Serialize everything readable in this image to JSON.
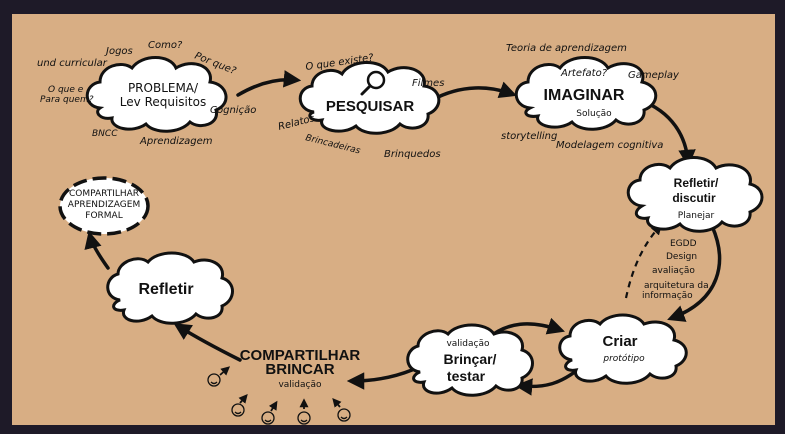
{
  "problema": {
    "title_line1": "PROBLEMA/",
    "title_line2": "Lev Requisitos",
    "satellites": [
      "Jogos",
      "Como?",
      "und curricular",
      "Por que?",
      "O que e",
      "Para quem?",
      "Cognição",
      "BNCC",
      "Aprendizagem"
    ]
  },
  "pesquisar": {
    "title": "PESQUISAR",
    "satellites": [
      "O que existe?",
      "Filmes",
      "Relatos",
      "Brincadeiras",
      "Brinquedos"
    ]
  },
  "imaginar": {
    "title": "IMAGINAR",
    "inner_top": "Artefato?",
    "inner_bottom": "Solução",
    "satellites": [
      "Teoria de aprendizagem",
      "Gameplay",
      "storytelling",
      "Modelagem cognitiva"
    ]
  },
  "refletir_discutir": {
    "title_line1": "Refletir/",
    "title_line2": "discutir",
    "subtitle": "Planejar",
    "satellites": [
      "EGDD",
      "Design",
      "avaliação",
      "arquitetura da",
      "informação"
    ]
  },
  "criar": {
    "title": "Criar",
    "subtitle": "protótipo"
  },
  "brincar": {
    "label_top": "validação",
    "title_line1": "Brinçar/",
    "title_line2": "testar"
  },
  "compartilhar_brincar": {
    "title_line1": "COMPARTILHAR",
    "title_line2": "BRINCAR",
    "subtitle": "validação"
  },
  "refletir": {
    "title": "Refletir"
  },
  "compartilhar_aprendizagem": {
    "line1": "COMPARTILHAR",
    "line2": "APRENDIZAGEM",
    "line3": "FORMAL"
  },
  "colors": {
    "background": "#d8ae84",
    "frame": "#1e1a28",
    "ink": "#111111",
    "cloud": "#ffffff"
  }
}
